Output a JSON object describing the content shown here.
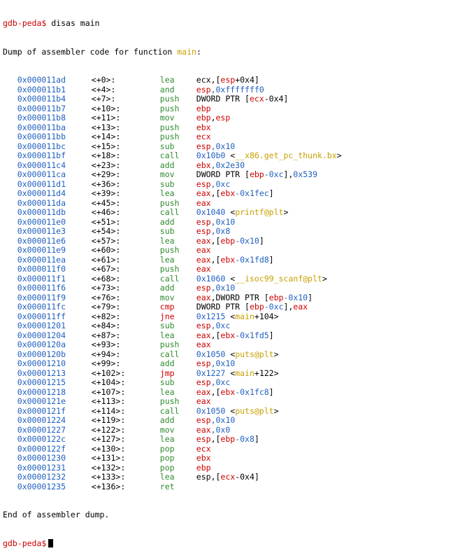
{
  "prompt": "gdb-peda$",
  "command": "disas main",
  "header_prefix": "Dump of assembler code for function ",
  "header_fn": "main",
  "header_suffix": ":",
  "footer": "End of assembler dump.",
  "colors": {
    "prompt": "#cc0000",
    "address": "#1f5fbf",
    "register": "#cc0000",
    "symbol": "#c8a000",
    "green_mnemonic": "#2e8b2e"
  },
  "rows": [
    {
      "addr": "0x000011ad",
      "off": "<+0>:",
      "mn": "lea",
      "mc": "green",
      "ops": [
        [
          "ecx,[",
          "t"
        ],
        [
          "esp",
          "r"
        ],
        [
          "+0x4]",
          "t"
        ]
      ]
    },
    {
      "addr": "0x000011b1",
      "off": "<+4>:",
      "mn": "and",
      "mc": "green",
      "ops": [
        [
          "esp",
          "r"
        ],
        [
          ",0xfffffff0",
          "n"
        ]
      ]
    },
    {
      "addr": "0x000011b4",
      "off": "<+7>:",
      "mn": "push",
      "mc": "green",
      "ops": [
        [
          "DWORD PTR [",
          "t"
        ],
        [
          "ecx",
          "r"
        ],
        [
          "-0x4]",
          "t"
        ]
      ]
    },
    {
      "addr": "0x000011b7",
      "off": "<+10>:",
      "mn": "push",
      "mc": "green",
      "ops": [
        [
          "ebp",
          "r"
        ]
      ]
    },
    {
      "addr": "0x000011b8",
      "off": "<+11>:",
      "mn": "mov",
      "mc": "green",
      "ops": [
        [
          "ebp",
          "r"
        ],
        [
          ",",
          "t"
        ],
        [
          "esp",
          "r"
        ]
      ]
    },
    {
      "addr": "0x000011ba",
      "off": "<+13>:",
      "mn": "push",
      "mc": "green",
      "ops": [
        [
          "ebx",
          "r"
        ]
      ]
    },
    {
      "addr": "0x000011bb",
      "off": "<+14>:",
      "mn": "push",
      "mc": "green",
      "ops": [
        [
          "ecx",
          "r"
        ]
      ]
    },
    {
      "addr": "0x000011bc",
      "off": "<+15>:",
      "mn": "sub",
      "mc": "green",
      "ops": [
        [
          "esp",
          "r"
        ],
        [
          ",0x10",
          "n"
        ]
      ]
    },
    {
      "addr": "0x000011bf",
      "off": "<+18>:",
      "mn": "call",
      "mc": "green",
      "ops": [
        [
          "0x10b0",
          "n"
        ],
        [
          " <",
          "t"
        ],
        [
          "__x86.get_pc_thunk.bx",
          "s"
        ],
        [
          ">",
          "t"
        ]
      ]
    },
    {
      "addr": "0x000011c4",
      "off": "<+23>:",
      "mn": "add",
      "mc": "green",
      "ops": [
        [
          "ebx",
          "r"
        ],
        [
          ",0x2e30",
          "n"
        ]
      ]
    },
    {
      "addr": "0x000011ca",
      "off": "<+29>:",
      "mn": "mov",
      "mc": "green",
      "ops": [
        [
          "DWORD PTR [",
          "t"
        ],
        [
          "ebp",
          "r"
        ],
        [
          "-0xc",
          "n"
        ],
        [
          "],",
          "t"
        ],
        [
          "0x539",
          "n"
        ]
      ]
    },
    {
      "addr": "0x000011d1",
      "off": "<+36>:",
      "mn": "sub",
      "mc": "green",
      "ops": [
        [
          "esp",
          "r"
        ],
        [
          ",0xc",
          "n"
        ]
      ]
    },
    {
      "addr": "0x000011d4",
      "off": "<+39>:",
      "mn": "lea",
      "mc": "green",
      "ops": [
        [
          "eax",
          "r"
        ],
        [
          ",[",
          "t"
        ],
        [
          "ebx",
          "r"
        ],
        [
          "-0x1fec",
          "n"
        ],
        [
          "]",
          "t"
        ]
      ]
    },
    {
      "addr": "0x000011da",
      "off": "<+45>:",
      "mn": "push",
      "mc": "green",
      "ops": [
        [
          "eax",
          "r"
        ]
      ]
    },
    {
      "addr": "0x000011db",
      "off": "<+46>:",
      "mn": "call",
      "mc": "green",
      "ops": [
        [
          "0x1040",
          "n"
        ],
        [
          " <",
          "t"
        ],
        [
          "printf@plt",
          "s"
        ],
        [
          ">",
          "t"
        ]
      ]
    },
    {
      "addr": "0x000011e0",
      "off": "<+51>:",
      "mn": "add",
      "mc": "green",
      "ops": [
        [
          "esp",
          "r"
        ],
        [
          ",0x10",
          "n"
        ]
      ]
    },
    {
      "addr": "0x000011e3",
      "off": "<+54>:",
      "mn": "sub",
      "mc": "green",
      "ops": [
        [
          "esp",
          "r"
        ],
        [
          ",0x8",
          "n"
        ]
      ]
    },
    {
      "addr": "0x000011e6",
      "off": "<+57>:",
      "mn": "lea",
      "mc": "green",
      "ops": [
        [
          "eax",
          "r"
        ],
        [
          ",[",
          "t"
        ],
        [
          "ebp",
          "r"
        ],
        [
          "-0x10",
          "n"
        ],
        [
          "]",
          "t"
        ]
      ]
    },
    {
      "addr": "0x000011e9",
      "off": "<+60>:",
      "mn": "push",
      "mc": "green",
      "ops": [
        [
          "eax",
          "r"
        ]
      ]
    },
    {
      "addr": "0x000011ea",
      "off": "<+61>:",
      "mn": "lea",
      "mc": "green",
      "ops": [
        [
          "eax",
          "r"
        ],
        [
          ",[",
          "t"
        ],
        [
          "ebx",
          "r"
        ],
        [
          "-0x1fd8",
          "n"
        ],
        [
          "]",
          "t"
        ]
      ]
    },
    {
      "addr": "0x000011f0",
      "off": "<+67>:",
      "mn": "push",
      "mc": "green",
      "ops": [
        [
          "eax",
          "r"
        ]
      ]
    },
    {
      "addr": "0x000011f1",
      "off": "<+68>:",
      "mn": "call",
      "mc": "green",
      "ops": [
        [
          "0x1060",
          "n"
        ],
        [
          " <",
          "t"
        ],
        [
          "__isoc99_scanf@plt",
          "s"
        ],
        [
          ">",
          "t"
        ]
      ]
    },
    {
      "addr": "0x000011f6",
      "off": "<+73>:",
      "mn": "add",
      "mc": "green",
      "ops": [
        [
          "esp",
          "r"
        ],
        [
          ",0x10",
          "n"
        ]
      ]
    },
    {
      "addr": "0x000011f9",
      "off": "<+76>:",
      "mn": "mov",
      "mc": "green",
      "ops": [
        [
          "eax",
          "r"
        ],
        [
          ",DWORD PTR [",
          "t"
        ],
        [
          "ebp",
          "r"
        ],
        [
          "-0x10",
          "n"
        ],
        [
          "]",
          "t"
        ]
      ]
    },
    {
      "addr": "0x000011fc",
      "off": "<+79>:",
      "mn": "cmp",
      "mc": "red",
      "ops": [
        [
          "DWORD PTR [",
          "t"
        ],
        [
          "ebp",
          "r"
        ],
        [
          "-0xc",
          "n"
        ],
        [
          "],",
          "t"
        ],
        [
          "eax",
          "r"
        ]
      ]
    },
    {
      "addr": "0x000011ff",
      "off": "<+82>:",
      "mn": "jne",
      "mc": "red",
      "ops": [
        [
          "0x1215",
          "n"
        ],
        [
          " <",
          "t"
        ],
        [
          "main",
          "s"
        ],
        [
          "+104>",
          "t"
        ]
      ]
    },
    {
      "addr": "0x00001201",
      "off": "<+84>:",
      "mn": "sub",
      "mc": "green",
      "ops": [
        [
          "esp",
          "r"
        ],
        [
          ",0xc",
          "n"
        ]
      ]
    },
    {
      "addr": "0x00001204",
      "off": "<+87>:",
      "mn": "lea",
      "mc": "green",
      "ops": [
        [
          "eax",
          "r"
        ],
        [
          ",[",
          "t"
        ],
        [
          "ebx",
          "r"
        ],
        [
          "-0x1fd5",
          "n"
        ],
        [
          "]",
          "t"
        ]
      ]
    },
    {
      "addr": "0x0000120a",
      "off": "<+93>:",
      "mn": "push",
      "mc": "green",
      "ops": [
        [
          "eax",
          "r"
        ]
      ]
    },
    {
      "addr": "0x0000120b",
      "off": "<+94>:",
      "mn": "call",
      "mc": "green",
      "ops": [
        [
          "0x1050",
          "n"
        ],
        [
          " <",
          "t"
        ],
        [
          "puts@plt",
          "s"
        ],
        [
          ">",
          "t"
        ]
      ]
    },
    {
      "addr": "0x00001210",
      "off": "<+99>:",
      "mn": "add",
      "mc": "green",
      "ops": [
        [
          "esp",
          "r"
        ],
        [
          ",0x10",
          "n"
        ]
      ]
    },
    {
      "addr": "0x00001213",
      "off": "<+102>:",
      "mn": "jmp",
      "mc": "red",
      "ops": [
        [
          "0x1227",
          "n"
        ],
        [
          " <",
          "t"
        ],
        [
          "main",
          "s"
        ],
        [
          "+122>",
          "t"
        ]
      ]
    },
    {
      "addr": "0x00001215",
      "off": "<+104>:",
      "mn": "sub",
      "mc": "green",
      "ops": [
        [
          "esp",
          "r"
        ],
        [
          ",0xc",
          "n"
        ]
      ]
    },
    {
      "addr": "0x00001218",
      "off": "<+107>:",
      "mn": "lea",
      "mc": "green",
      "ops": [
        [
          "eax",
          "r"
        ],
        [
          ",[",
          "t"
        ],
        [
          "ebx",
          "r"
        ],
        [
          "-0x1fc8",
          "n"
        ],
        [
          "]",
          "t"
        ]
      ]
    },
    {
      "addr": "0x0000121e",
      "off": "<+113>:",
      "mn": "push",
      "mc": "green",
      "ops": [
        [
          "eax",
          "r"
        ]
      ]
    },
    {
      "addr": "0x0000121f",
      "off": "<+114>:",
      "mn": "call",
      "mc": "green",
      "ops": [
        [
          "0x1050",
          "n"
        ],
        [
          " <",
          "t"
        ],
        [
          "puts@plt",
          "s"
        ],
        [
          ">",
          "t"
        ]
      ]
    },
    {
      "addr": "0x00001224",
      "off": "<+119>:",
      "mn": "add",
      "mc": "green",
      "ops": [
        [
          "esp",
          "r"
        ],
        [
          ",0x10",
          "n"
        ]
      ]
    },
    {
      "addr": "0x00001227",
      "off": "<+122>:",
      "mn": "mov",
      "mc": "green",
      "ops": [
        [
          "eax",
          "r"
        ],
        [
          ",0x0",
          "n"
        ]
      ]
    },
    {
      "addr": "0x0000122c",
      "off": "<+127>:",
      "mn": "lea",
      "mc": "green",
      "ops": [
        [
          "esp",
          "r"
        ],
        [
          ",[",
          "t"
        ],
        [
          "ebp",
          "r"
        ],
        [
          "-0x8",
          "n"
        ],
        [
          "]",
          "t"
        ]
      ]
    },
    {
      "addr": "0x0000122f",
      "off": "<+130>:",
      "mn": "pop",
      "mc": "green",
      "ops": [
        [
          "ecx",
          "r"
        ]
      ]
    },
    {
      "addr": "0x00001230",
      "off": "<+131>:",
      "mn": "pop",
      "mc": "green",
      "ops": [
        [
          "ebx",
          "r"
        ]
      ]
    },
    {
      "addr": "0x00001231",
      "off": "<+132>:",
      "mn": "pop",
      "mc": "green",
      "ops": [
        [
          "ebp",
          "r"
        ]
      ]
    },
    {
      "addr": "0x00001232",
      "off": "<+133>:",
      "mn": "lea",
      "mc": "green",
      "ops": [
        [
          "esp,[",
          "t"
        ],
        [
          "ecx",
          "r"
        ],
        [
          "-0x4]",
          "t"
        ]
      ]
    },
    {
      "addr": "0x00001235",
      "off": "<+136>:",
      "mn": "ret",
      "mc": "green",
      "ops": []
    }
  ]
}
